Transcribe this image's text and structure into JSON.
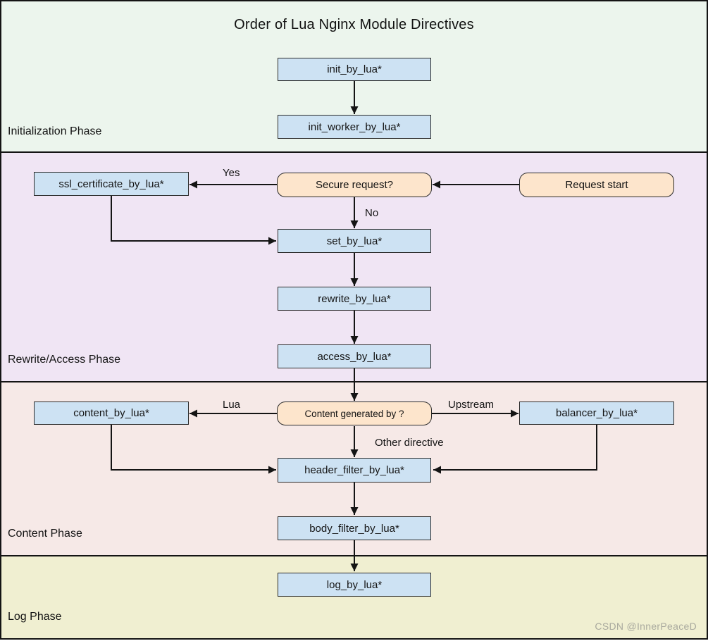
{
  "title": "Order of Lua Nginx Module Directives",
  "phases": {
    "initialization": {
      "label": "Initialization Phase",
      "bg": "#ecf5ed"
    },
    "rewrite_access": {
      "label": "Rewrite/Access Phase",
      "bg": "#f0e5f4"
    },
    "content": {
      "label": "Content Phase",
      "bg": "#f6e9e7"
    },
    "log": {
      "label": "Log Phase",
      "bg": "#f0efd1"
    }
  },
  "nodes": {
    "init_by_lua": {
      "label": "init_by_lua*",
      "type": "directive"
    },
    "init_worker_by_lua": {
      "label": "init_worker_by_lua*",
      "type": "directive"
    },
    "ssl_certificate_by_lua": {
      "label": "ssl_certificate_by_lua*",
      "type": "directive"
    },
    "secure_request": {
      "label": "Secure request?",
      "type": "decision"
    },
    "request_start": {
      "label": "Request start",
      "type": "start"
    },
    "set_by_lua": {
      "label": "set_by_lua*",
      "type": "directive"
    },
    "rewrite_by_lua": {
      "label": "rewrite_by_lua*",
      "type": "directive"
    },
    "access_by_lua": {
      "label": "access_by_lua*",
      "type": "directive"
    },
    "content_by_lua": {
      "label": "content_by_lua*",
      "type": "directive"
    },
    "content_generated_by": {
      "label": "Content generated by ?",
      "type": "decision"
    },
    "balancer_by_lua": {
      "label": "balancer_by_lua*",
      "type": "directive"
    },
    "header_filter_by_lua": {
      "label": "header_filter_by_lua*",
      "type": "directive"
    },
    "body_filter_by_lua": {
      "label": "body_filter_by_lua*",
      "type": "directive"
    },
    "log_by_lua": {
      "label": "log_by_lua*",
      "type": "directive"
    }
  },
  "edge_labels": {
    "yes": "Yes",
    "no": "No",
    "lua": "Lua",
    "upstream": "Upstream",
    "other_directive": "Other directive"
  },
  "watermark": "CSDN @InnerPeaceD",
  "colors": {
    "directive_fill": "#cde2f3",
    "decision_fill": "#fde5cc",
    "line": "#141414",
    "watermark_text": "#a9a99e"
  }
}
